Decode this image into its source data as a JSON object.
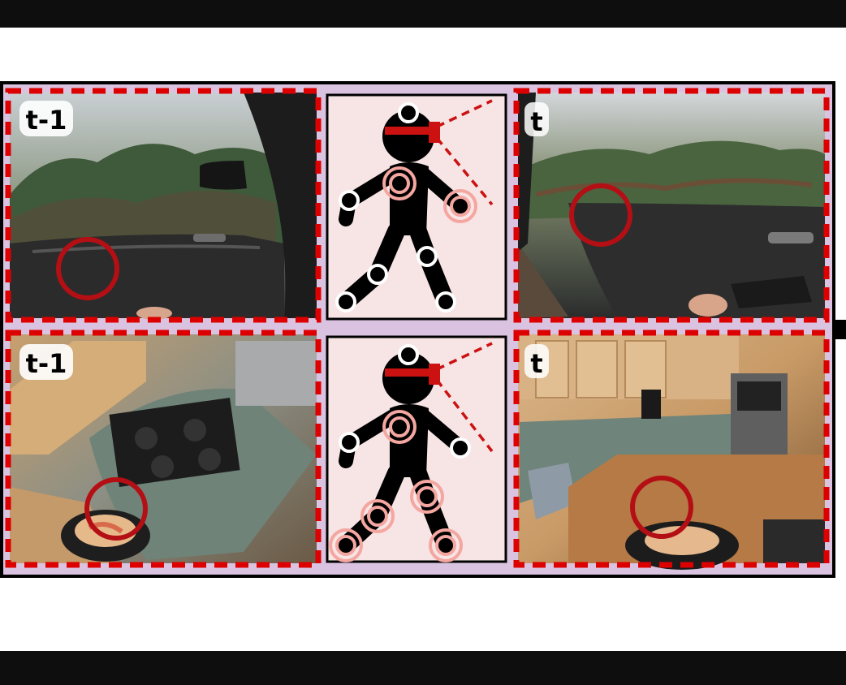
{
  "labels": {
    "top_left": "t-1",
    "top_right": "t",
    "bottom_left": "t-1",
    "bottom_right": "t"
  },
  "colors": {
    "panel_background": "#d9c3e0",
    "dash_red": "#dd0000",
    "marker_red": "#b40f14",
    "highlight_pink": "#f4a6a0",
    "figure_panel": "#f7e4e4"
  }
}
